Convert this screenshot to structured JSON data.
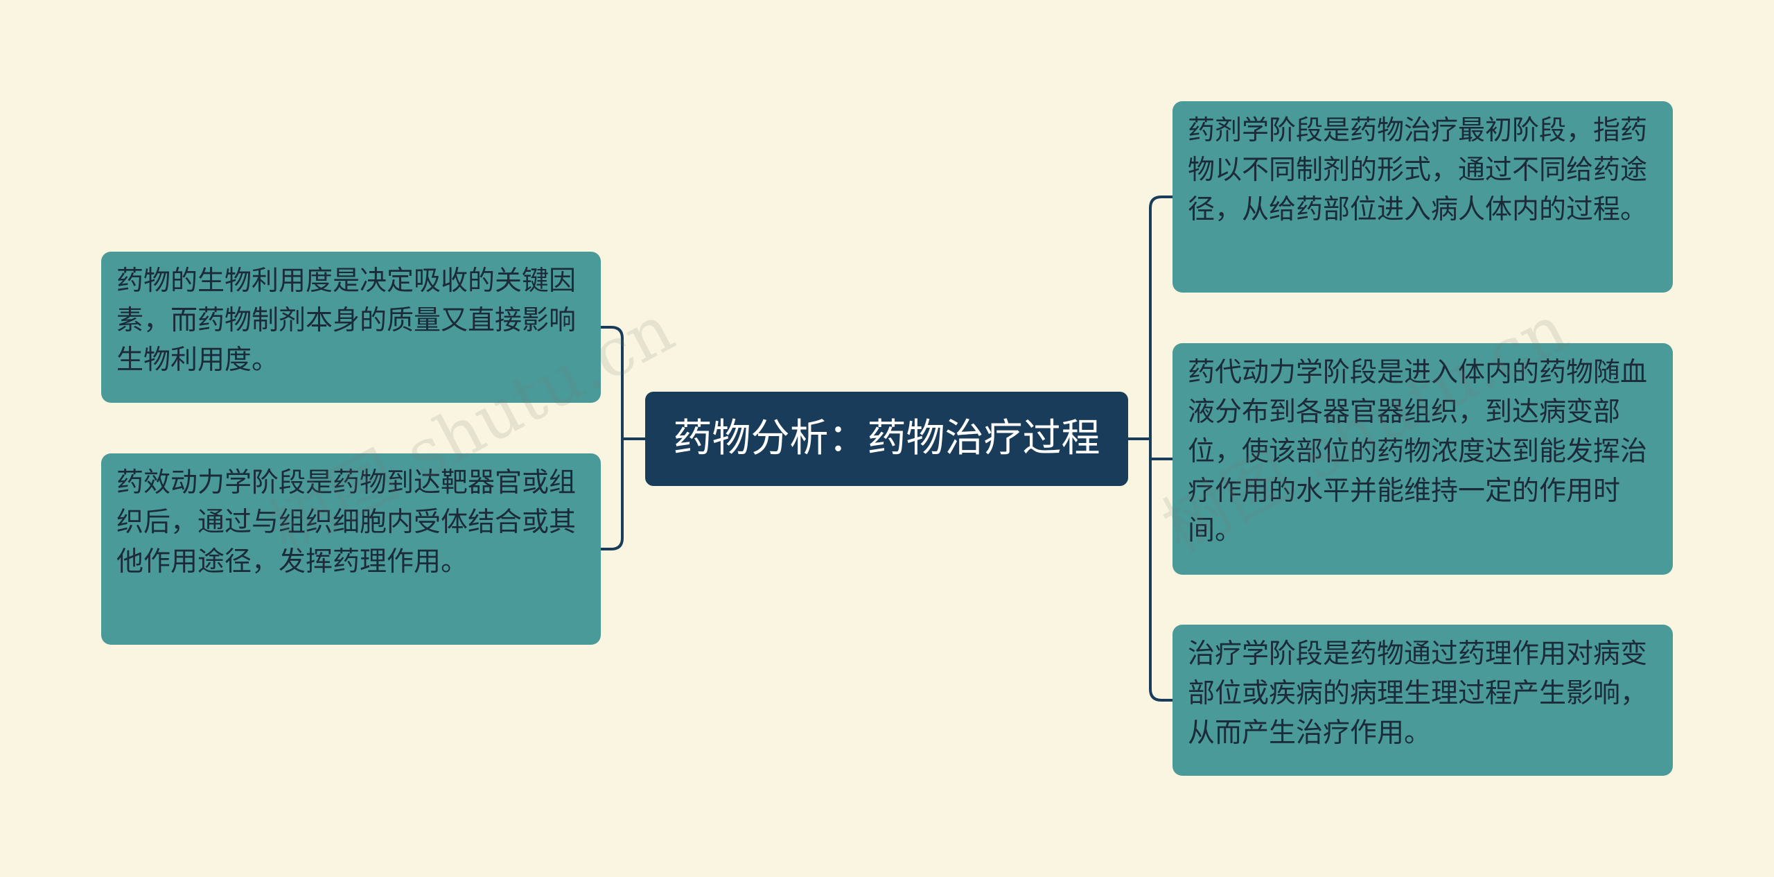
{
  "mindmap": {
    "root": {
      "label": "药物分析：药物治疗过程"
    },
    "left": [
      {
        "text": "药物的生物利用度是决定吸收的关键因素，而药物制剂本身的质量又直接影响生物利用度。"
      },
      {
        "text": "药效动力学阶段是药物到达靶器官或组织后，通过与组织细胞内受体结合或其他作用途径，发挥药理作用。"
      }
    ],
    "right": [
      {
        "text": "药剂学阶段是药物治疗最初阶段，指药物以不同制剂的形式，通过不同给药途径，从给药部位进入病人体内的过程。"
      },
      {
        "text": "药代动力学阶段是进入体内的药物随血液分布到各器官器组织，到达病变部位，使该部位的药物浓度达到能发挥治疗作用的水平并能维持一定的作用时间。"
      },
      {
        "text": "治疗学阶段是药物通过药理作用对病变部位或疾病的病理生理过程产生影响，从而产生治疗作用。"
      }
    ]
  },
  "watermarks": [
    {
      "text": "树图 shutu.cn"
    },
    {
      "text": "树图 shutu.cn"
    }
  ],
  "colors": {
    "background": "#faf5e0",
    "root_fill": "#183c5a",
    "node_fill": "#4b9a9a",
    "connector": "#183c5a",
    "node_text": "#1b2b3a",
    "root_text": "#ffffff"
  }
}
